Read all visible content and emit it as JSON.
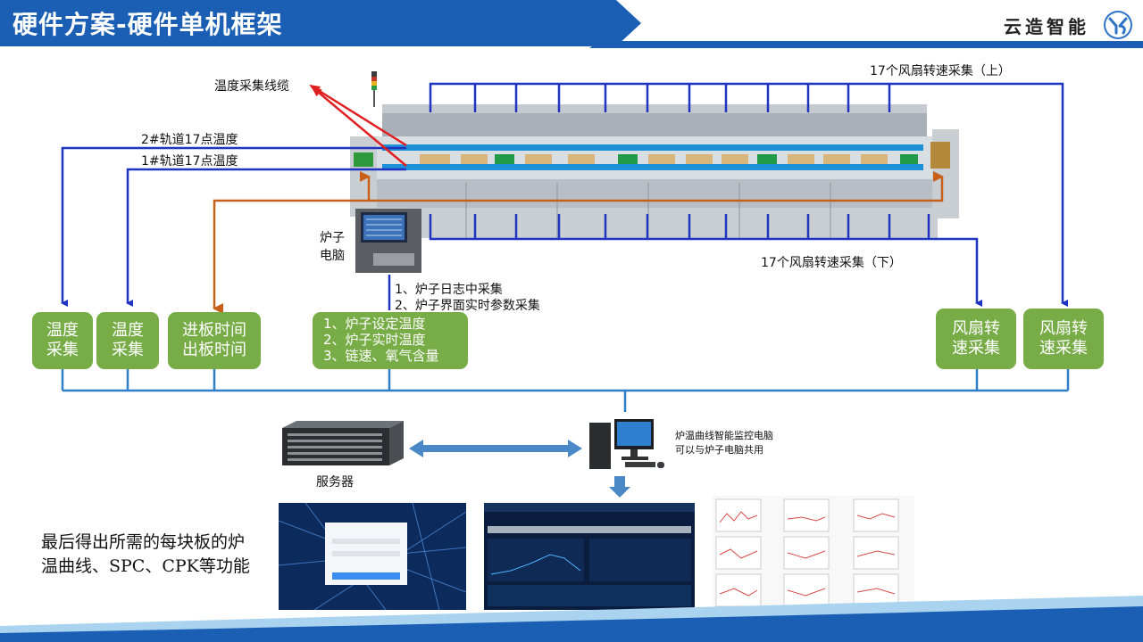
{
  "header": {
    "title": "硬件方案-硬件单机框架",
    "brand": "云造智能"
  },
  "labels": {
    "cable": "温度采集线缆",
    "fan_top": "17个风扇转速采集（上）",
    "fan_bottom": "17个风扇转速采集（下）",
    "track2": "2#轨道17点温度",
    "track1": "1#轨道17点温度",
    "oven_pc_line1": "炉子",
    "oven_pc_line2": "电脑",
    "log_collect_1": "1、炉子日志中采集",
    "log_collect_2": "2、炉子界面实时参数采集",
    "server": "服务器",
    "monitor_pc_1": "炉温曲线智能监控电脑",
    "monitor_pc_2": "可以与炉子电脑共用"
  },
  "boxes": {
    "temp1_l1": "温度",
    "temp1_l2": "采集",
    "temp2_l1": "温度",
    "temp2_l2": "采集",
    "board_l1": "进板时间",
    "board_l2": "出板时间",
    "oven_params": [
      "1、炉子设定温度",
      "2、炉子实时温度",
      "3、链速、氧气含量"
    ],
    "fan1_l1": "风扇转",
    "fan1_l2": "速采集",
    "fan2_l1": "风扇转",
    "fan2_l2": "速采集"
  },
  "summary": {
    "line1": "最后得出所需的每块板的炉",
    "line2": "温曲线、SPC、CPK等功能"
  },
  "colors": {
    "title_blue": "#1a5fb4",
    "line_blue": "#1f35c2",
    "line_orange": "#c8601a",
    "red_arrow": "#e02020",
    "box_green": "#77ac47",
    "track_blue": "#1e90d8"
  },
  "icons": {
    "brand_logo": "yunzao-logo-icon",
    "server": "rack-server-icon",
    "pc": "desktop-computer-icon"
  }
}
